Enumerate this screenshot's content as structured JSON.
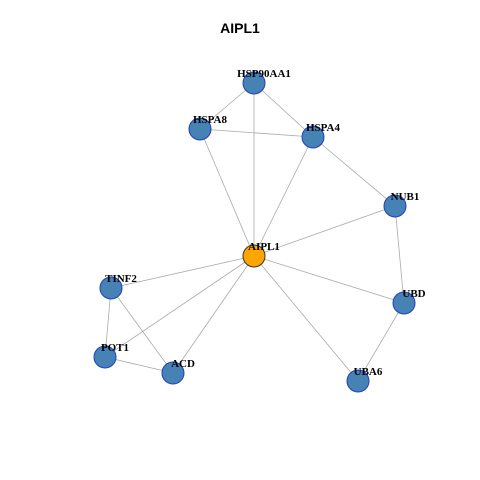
{
  "title": "AIPL1",
  "colors": {
    "center_fill": "#FFA500",
    "center_stroke": "#333333",
    "node_fill": "#4682B4",
    "node_stroke": "#1F3FBF",
    "edge": "#AAAAAA"
  },
  "nodes": [
    {
      "id": "AIPL1",
      "label": "AIPL1",
      "center": true
    },
    {
      "id": "HSP90AA1",
      "label": "HSP90AA1"
    },
    {
      "id": "HSPA8",
      "label": "HSPA8"
    },
    {
      "id": "HSPA4",
      "label": "HSPA4"
    },
    {
      "id": "NUB1",
      "label": "NUB1"
    },
    {
      "id": "UBD",
      "label": "UBD"
    },
    {
      "id": "UBA6",
      "label": "UBA6"
    },
    {
      "id": "ACD",
      "label": "ACD"
    },
    {
      "id": "POT1",
      "label": "POT1"
    },
    {
      "id": "TINF2",
      "label": "TINF2"
    }
  ],
  "edges": [
    [
      "AIPL1",
      "HSP90AA1"
    ],
    [
      "AIPL1",
      "HSPA8"
    ],
    [
      "AIPL1",
      "HSPA4"
    ],
    [
      "AIPL1",
      "NUB1"
    ],
    [
      "AIPL1",
      "UBD"
    ],
    [
      "AIPL1",
      "UBA6"
    ],
    [
      "AIPL1",
      "ACD"
    ],
    [
      "AIPL1",
      "POT1"
    ],
    [
      "AIPL1",
      "TINF2"
    ],
    [
      "HSP90AA1",
      "HSPA8"
    ],
    [
      "HSP90AA1",
      "HSPA4"
    ],
    [
      "HSPA8",
      "HSPA4"
    ],
    [
      "HSPA4",
      "NUB1"
    ],
    [
      "NUB1",
      "UBD"
    ],
    [
      "UBD",
      "UBA6"
    ],
    [
      "TINF2",
      "POT1"
    ],
    [
      "TINF2",
      "ACD"
    ],
    [
      "POT1",
      "ACD"
    ]
  ]
}
